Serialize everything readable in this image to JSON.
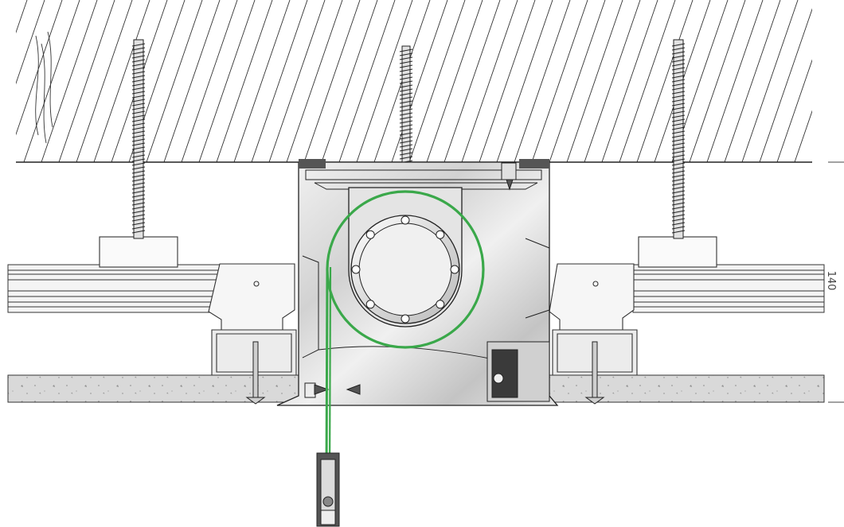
{
  "dimension": {
    "value": "140"
  },
  "colors": {
    "line": "#222222",
    "metal_light": "#e8e8e8",
    "metal_mid": "#bdbdbd",
    "metal_dark": "#8a8a8a",
    "tube_ring": "#3aa84a",
    "cord": "#3aa84a",
    "drywall": "#d6d6d6",
    "end_cap": "#555555"
  },
  "components": [
    "timber-ceiling",
    "wood-screw",
    "mounting-bracket",
    "aluminium-cassette",
    "roller-tube",
    "fabric-roll",
    "drywall-board",
    "metal-stud-profile",
    "bottom-bar-weight"
  ]
}
